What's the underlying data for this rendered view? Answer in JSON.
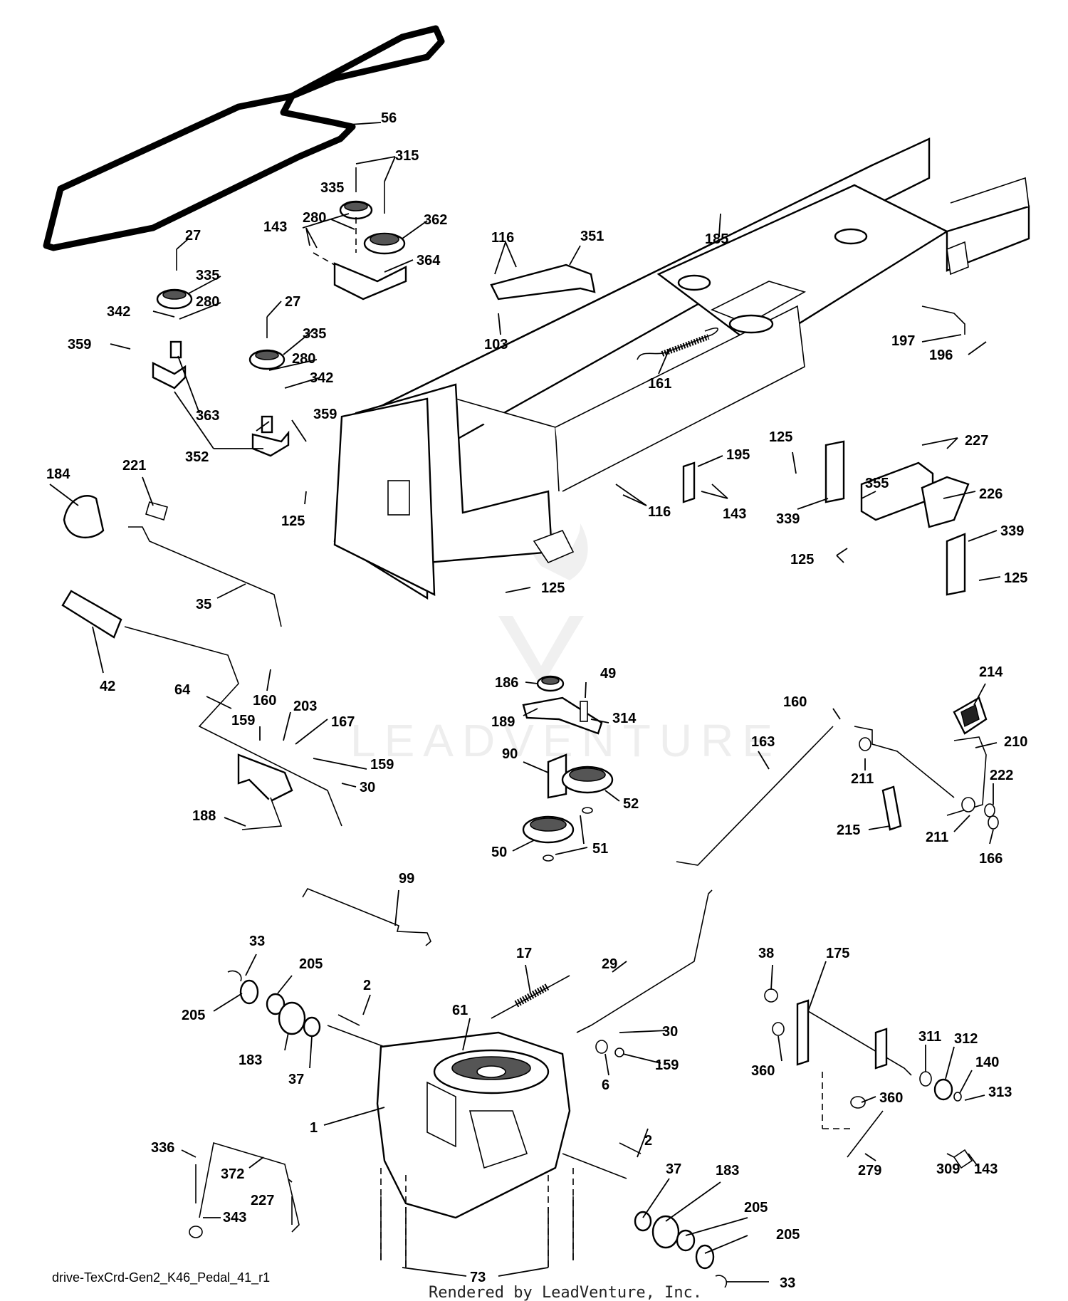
{
  "diagram": {
    "caption": "drive-TexCrd-Gen2_K46_Pedal_41_r1",
    "footer": "Rendered by LeadVenture, Inc.",
    "watermark": "LEADVENTURE",
    "callouts": [
      "56",
      "315",
      "335",
      "280",
      "362",
      "143",
      "364",
      "27",
      "335",
      "342",
      "280",
      "359",
      "363",
      "352",
      "27",
      "335",
      "280",
      "342",
      "359",
      "125",
      "116",
      "351",
      "103",
      "185",
      "197",
      "196",
      "161",
      "195",
      "143",
      "116",
      "125",
      "339",
      "227",
      "226",
      "355",
      "125",
      "339",
      "125",
      "184",
      "221",
      "35",
      "125",
      "42",
      "64",
      "160",
      "203",
      "159",
      "167",
      "159",
      "30",
      "188",
      "186",
      "49",
      "189",
      "314",
      "90",
      "52",
      "50",
      "51",
      "214",
      "160",
      "210",
      "163",
      "211",
      "222",
      "215",
      "211",
      "166",
      "99",
      "33",
      "205",
      "205",
      "2",
      "183",
      "37",
      "17",
      "29",
      "30",
      "159",
      "6",
      "61",
      "1",
      "38",
      "175",
      "360",
      "311",
      "312",
      "140",
      "313",
      "360",
      "279",
      "309",
      "143",
      "336",
      "372",
      "227",
      "343",
      "2",
      "37",
      "183",
      "205",
      "205",
      "33",
      "73"
    ]
  }
}
